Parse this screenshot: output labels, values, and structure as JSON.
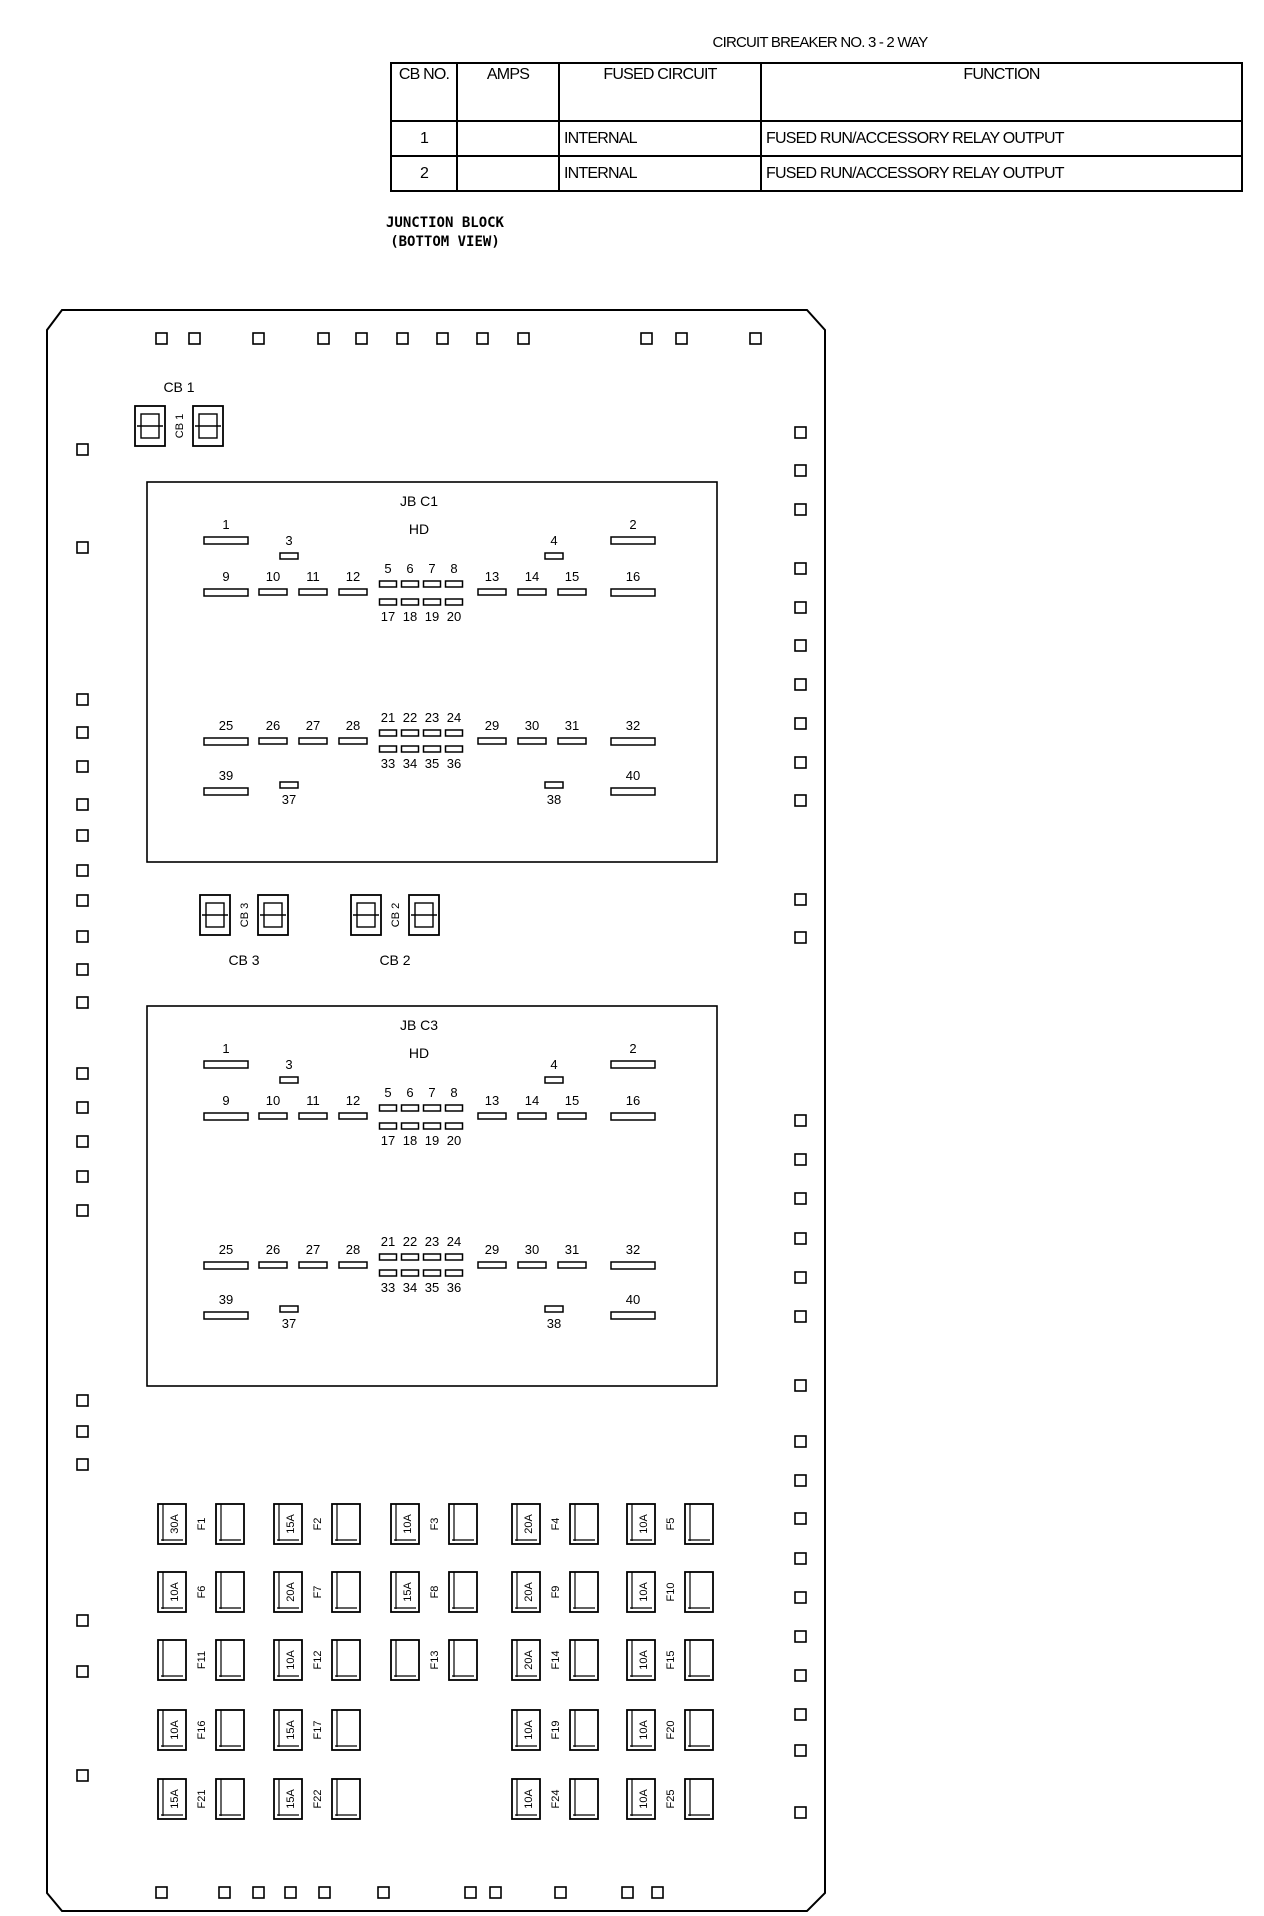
{
  "breaker_table": {
    "title": "CIRCUIT BREAKER NO. 3 - 2 WAY",
    "headers": [
      "CB NO.",
      "AMPS",
      "FUSED CIRCUIT",
      "FUNCTION"
    ],
    "rows": [
      {
        "cb_no": "1",
        "amps": "",
        "fused_circuit": "INTERNAL",
        "function": "FUSED RUN/ACCESSORY RELAY OUTPUT"
      },
      {
        "cb_no": "2",
        "amps": "",
        "fused_circuit": "INTERNAL",
        "function": "FUSED RUN/ACCESSORY RELAY OUTPUT"
      }
    ]
  },
  "block_heading": {
    "line1": "JUNCTION BLOCK",
    "line2": "(BOTTOM VIEW)"
  },
  "circuit_breakers": [
    {
      "id": "cb1",
      "label": "CB 1",
      "side_label": "CB 1"
    },
    {
      "id": "cb3",
      "label": "CB 3",
      "side_label": "CB 3"
    },
    {
      "id": "cb2",
      "label": "CB 2",
      "side_label": "CB 2"
    }
  ],
  "connectors": [
    {
      "id": "c1",
      "name": "JB C1",
      "type": "HD"
    },
    {
      "id": "c3",
      "name": "JB C3",
      "type": "HD"
    }
  ],
  "connector_pins": [
    "1",
    "2",
    "3",
    "4",
    "5",
    "6",
    "7",
    "8",
    "9",
    "10",
    "11",
    "12",
    "13",
    "14",
    "15",
    "16",
    "17",
    "18",
    "19",
    "20",
    "21",
    "22",
    "23",
    "24",
    "25",
    "26",
    "27",
    "28",
    "29",
    "30",
    "31",
    "32",
    "33",
    "34",
    "35",
    "36",
    "37",
    "38",
    "39",
    "40"
  ],
  "fuses": [
    {
      "name": "F1",
      "amps": "30A"
    },
    {
      "name": "F2",
      "amps": "15A"
    },
    {
      "name": "F3",
      "amps": "10A"
    },
    {
      "name": "F4",
      "amps": "20A"
    },
    {
      "name": "F5",
      "amps": "10A"
    },
    {
      "name": "F6",
      "amps": "10A"
    },
    {
      "name": "F7",
      "amps": "20A"
    },
    {
      "name": "F8",
      "amps": "15A"
    },
    {
      "name": "F9",
      "amps": "20A"
    },
    {
      "name": "F10",
      "amps": "10A"
    },
    {
      "name": "F11",
      "amps": ""
    },
    {
      "name": "F12",
      "amps": "10A"
    },
    {
      "name": "F13",
      "amps": ""
    },
    {
      "name": "F14",
      "amps": "20A"
    },
    {
      "name": "F15",
      "amps": "10A"
    },
    {
      "name": "F16",
      "amps": "10A"
    },
    {
      "name": "F17",
      "amps": "15A"
    },
    {
      "name": "F19",
      "amps": "10A"
    },
    {
      "name": "F20",
      "amps": "10A"
    },
    {
      "name": "F21",
      "amps": "15A"
    },
    {
      "name": "F22",
      "amps": "15A"
    },
    {
      "name": "F24",
      "amps": "10A"
    },
    {
      "name": "F25",
      "amps": "10A"
    }
  ],
  "colors": {
    "line": "#000000",
    "background": "#ffffff"
  }
}
